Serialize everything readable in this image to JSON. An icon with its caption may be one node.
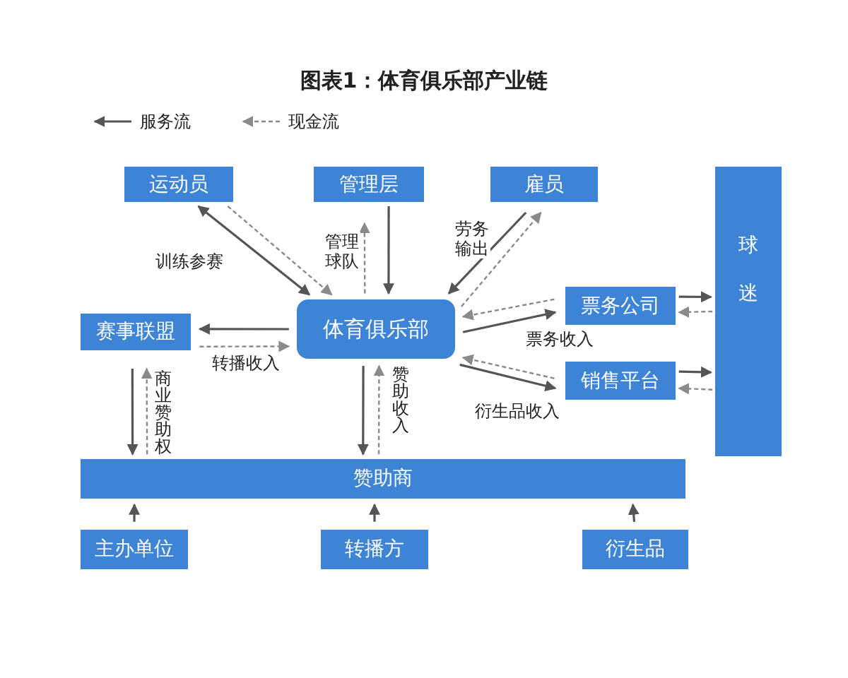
{
  "diagram": {
    "title": "图表1：体育俱乐部产业链",
    "nodes": [
      {
        "text": [
          "运动员"
        ]
      },
      {
        "text": [
          "管理层"
        ]
      },
      {
        "text": [
          "雇员"
        ]
      },
      {
        "text": [
          "球迷"
        ]
      },
      {
        "text": [
          "赛事联盟"
        ]
      },
      {
        "text": [
          "体育俱乐部"
        ]
      },
      {
        "text": [
          "票务公司"
        ]
      },
      {
        "text": [
          "销售平台"
        ]
      },
      {
        "text": [
          "赞助商"
        ]
      },
      {
        "text": [
          "主办单位"
        ]
      },
      {
        "text": [
          "转播方"
        ]
      },
      {
        "text": [
          "衍生品"
        ]
      }
    ],
    "edges": [
      {
        "from": 0,
        "to": 5,
        "arrow": "both",
        "label": "训练参赛"
      },
      {
        "from": 0,
        "to": 5,
        "arrow": "to",
        "style": "dashed"
      },
      {
        "from": 1,
        "to": 5,
        "arrow": "to"
      },
      {
        "from": 5,
        "to": 1,
        "arrow": "to",
        "style": "dashed",
        "label": "管理球队"
      },
      {
        "from": 2,
        "to": 5,
        "arrow": "to",
        "label": "劳务输出"
      },
      {
        "from": 5,
        "to": 2,
        "arrow": "to",
        "style": "dashed"
      },
      {
        "from": 6,
        "to": 5,
        "arrow": "to",
        "style": "dashed"
      },
      {
        "from": 5,
        "to": 6,
        "arrow": "to",
        "label": "票务收入"
      },
      {
        "from": 7,
        "to": 5,
        "arrow": "to",
        "style": "dashed"
      },
      {
        "from": 5,
        "to": 7,
        "arrow": "to",
        "label": "衍生品收入"
      },
      {
        "from": 6,
        "to": 3,
        "arrow": "to"
      },
      {
        "from": 3,
        "to": 6,
        "arrow": "to",
        "style": "dashed"
      },
      {
        "from": 7,
        "to": 3,
        "arrow": "to"
      },
      {
        "from": 3,
        "to": 7,
        "arrow": "to",
        "style": "dashed"
      },
      {
        "from": 5,
        "to": 4,
        "arrow": "to"
      },
      {
        "from": 4,
        "to": 5,
        "arrow": "to",
        "style": "dashed",
        "label": "转播收入"
      },
      {
        "from": 4,
        "to": 8,
        "arrow": "to"
      },
      {
        "from": 8,
        "to": 4,
        "arrow": "to",
        "style": "dashed",
        "label": "商业赞助权"
      },
      {
        "from": 5,
        "to": 8,
        "arrow": "to"
      },
      {
        "from": 8,
        "to": 5,
        "arrow": "to",
        "style": "dashed",
        "label": "赞助收入"
      },
      {
        "from": 9,
        "to": 8,
        "arrow": "to"
      },
      {
        "from": 10,
        "to": 8,
        "arrow": "to"
      },
      {
        "from": 11,
        "to": 8,
        "arrow": "to"
      }
    ],
    "legend": [
      {
        "text": "服务流"
      },
      {
        "text": "现金流"
      }
    ]
  }
}
